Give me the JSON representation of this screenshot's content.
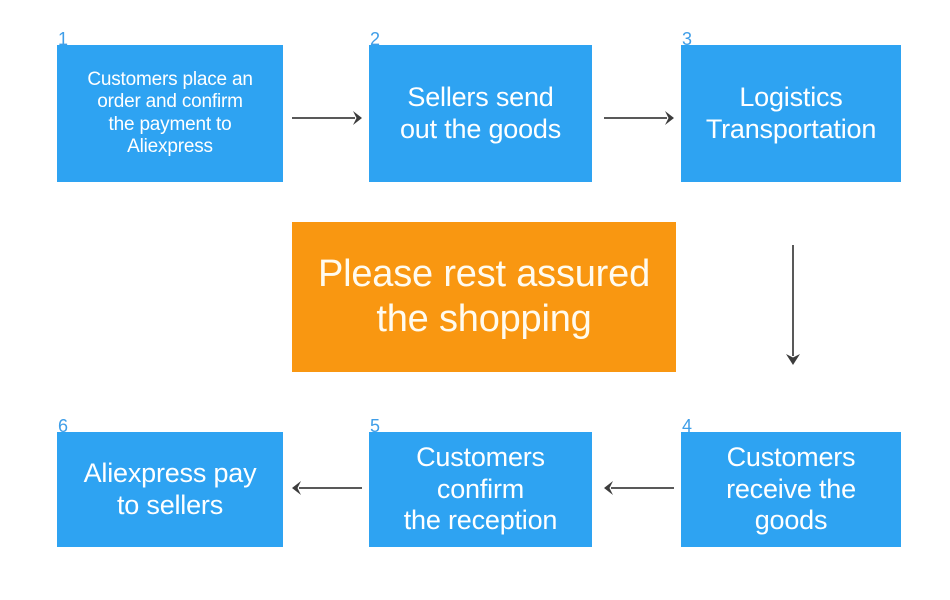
{
  "diagram": {
    "title": "Aliexpress order process flowchart",
    "colors": {
      "box_blue": "#2ea3f2",
      "box_orange": "#f99711",
      "number_blue": "#3f9ee8",
      "arrow_gray": "#595959",
      "text_white": "#ffffff",
      "text_cream": "#fffbef",
      "background": "#ffffff"
    },
    "steps": [
      {
        "number": "1",
        "text": "Customers place an\norder and confirm\nthe payment to\nAliexpress"
      },
      {
        "number": "2",
        "text": "Sellers send\nout the goods"
      },
      {
        "number": "3",
        "text": "Logistics\nTransportation"
      },
      {
        "number": "4",
        "text": "Customers\nreceive the\ngoods"
      },
      {
        "number": "5",
        "text": "Customers\nconfirm\nthe reception"
      },
      {
        "number": "6",
        "text": "Aliexpress pay\nto sellers"
      }
    ],
    "center_callout": {
      "text": "Please rest assured\nthe shopping"
    },
    "arrows": [
      {
        "name": "arrow-step1-to-step2",
        "direction": "right"
      },
      {
        "name": "arrow-step2-to-step3",
        "direction": "right"
      },
      {
        "name": "arrow-step3-to-step4",
        "direction": "down"
      },
      {
        "name": "arrow-step4-to-step5",
        "direction": "left"
      },
      {
        "name": "arrow-step5-to-step6",
        "direction": "left"
      }
    ]
  }
}
